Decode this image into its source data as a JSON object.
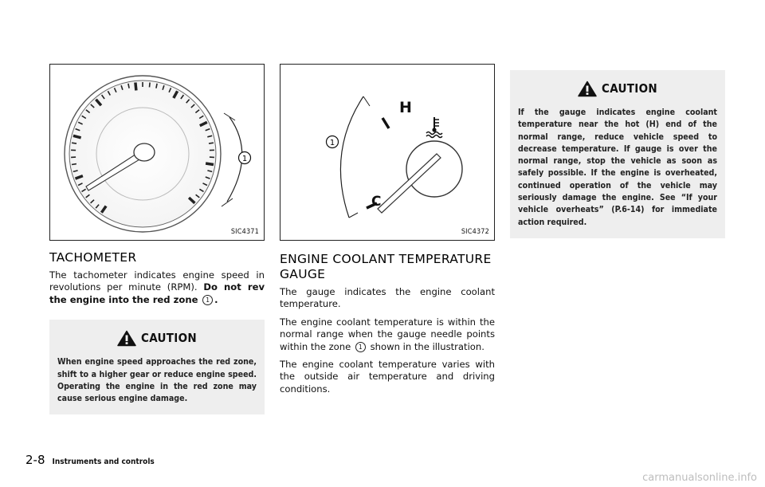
{
  "column1": {
    "figure_id": "SIC4371",
    "figure_callout": "1",
    "heading": "TACHOMETER",
    "body_text": "The tachometer indicates engine speed in revolutions per minute (RPM).",
    "body_bold": "Do not rev the engine into the red zone",
    "callout": "1",
    "body_end": ".",
    "caution": {
      "title": "CAUTION",
      "text": "When engine speed approaches the red zone, shift to a higher gear or reduce engine speed. Operating the engine in the red zone may cause serious engine damage."
    }
  },
  "column2": {
    "figure_id": "SIC4372",
    "figure_label_h": "H",
    "figure_label_c": "C",
    "figure_callout": "1",
    "heading": "ENGINE COOLANT TEMPERATURE GAUGE",
    "para1": "The gauge indicates the engine coolant temperature.",
    "para2_before": "The engine coolant temperature is within the normal range when the gauge needle points within the zone",
    "para2_callout": "1",
    "para2_after": "shown in the illustration.",
    "para3": "The engine coolant temperature varies with the outside air temperature and driving conditions."
  },
  "column3": {
    "caution": {
      "title": "CAUTION",
      "text": "If the gauge indicates engine coolant temperature near the hot (H) end of the normal range, reduce vehicle speed to decrease temperature. If gauge is over the normal range, stop the vehicle as soon as safely possible. If the engine is overheated, continued operation of the vehicle may seriously damage the engine. See “If your vehicle overheats” (P.6-14) for immediate action required."
    }
  },
  "footer": {
    "page_number": "2-8",
    "section": "Instruments and controls"
  },
  "watermark": "carmanualsonline.info"
}
